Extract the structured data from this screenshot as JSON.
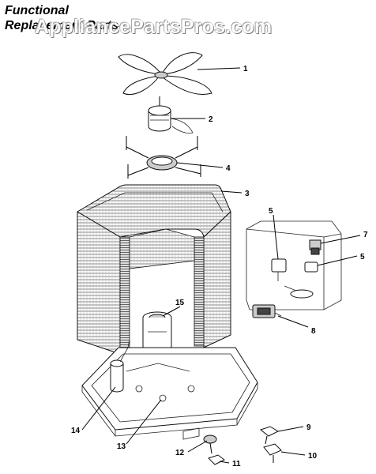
{
  "header": {
    "title_line1": "Functional",
    "title_line2": "Replacement Parts"
  },
  "watermark": "AppliancePartsPros.com",
  "callouts": [
    "1",
    "2",
    "3",
    "4",
    "5",
    "5",
    "7",
    "8",
    "9",
    "10",
    "11",
    "12",
    "13",
    "14",
    "15"
  ]
}
